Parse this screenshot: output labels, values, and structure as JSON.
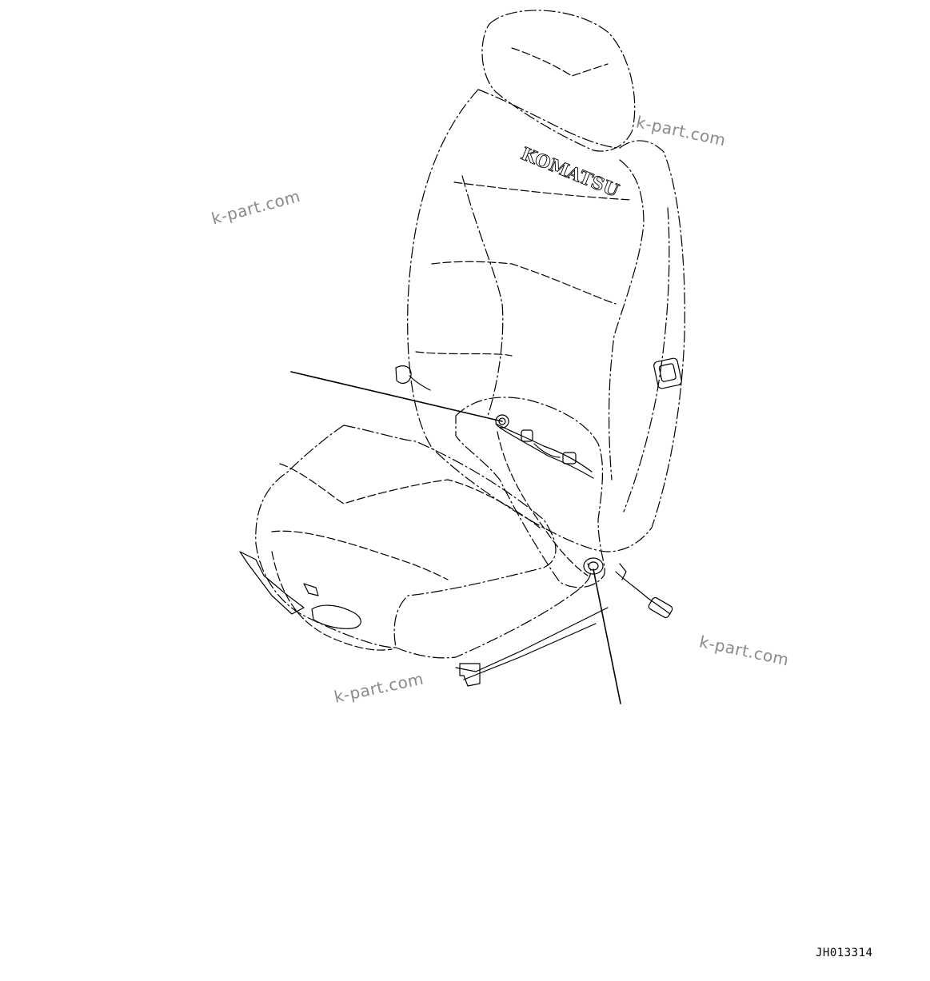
{
  "watermarks": [
    "k-part.com",
    "k-part.com",
    "k-part.com",
    "k-part.com"
  ],
  "brand_on_seat": "KOMATSU",
  "drawing_code": "JH013314"
}
